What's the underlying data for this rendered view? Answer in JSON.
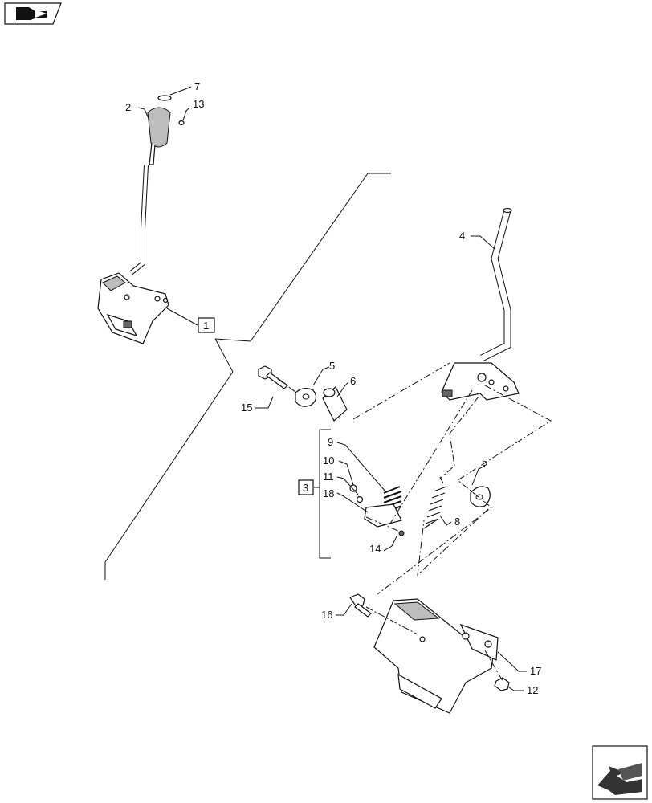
{
  "callouts": [
    {
      "id": "label-7",
      "text": "7"
    },
    {
      "id": "label-2",
      "text": "2"
    },
    {
      "id": "label-13",
      "text": "13"
    },
    {
      "id": "label-4",
      "text": "4"
    },
    {
      "id": "label-1",
      "text": "1"
    },
    {
      "id": "label-5-top",
      "text": "5"
    },
    {
      "id": "label-6",
      "text": "6"
    },
    {
      "id": "label-15",
      "text": "15"
    },
    {
      "id": "label-9",
      "text": "9"
    },
    {
      "id": "label-10",
      "text": "10"
    },
    {
      "id": "label-11",
      "text": "11"
    },
    {
      "id": "label-3",
      "text": "3"
    },
    {
      "id": "label-18",
      "text": "18"
    },
    {
      "id": "label-5-right",
      "text": "5"
    },
    {
      "id": "label-8",
      "text": "8"
    },
    {
      "id": "label-14",
      "text": "14"
    },
    {
      "id": "label-16",
      "text": "16"
    },
    {
      "id": "label-17",
      "text": "17"
    },
    {
      "id": "label-12",
      "text": "12"
    }
  ],
  "icons": {
    "top_left": "book-arrow-icon",
    "bottom_right": "next-page-arrow-icon"
  }
}
